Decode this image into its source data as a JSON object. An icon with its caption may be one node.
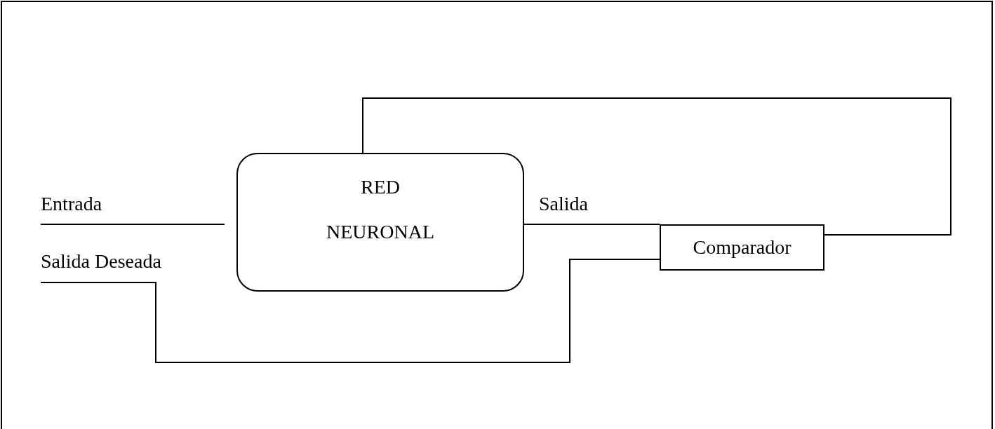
{
  "diagram": {
    "nodes": [
      {
        "text": [
          "Entrada"
        ]
      },
      {
        "text": [
          "RED NEURONAL"
        ]
      },
      {
        "text": [
          "Salida Deseada"
        ]
      },
      {
        "text": [
          "Comparador"
        ]
      }
    ],
    "edges": [
      {
        "from": 0,
        "to": 1,
        "arrow": "none"
      },
      {
        "from": 1,
        "to": 3,
        "arrow": "none",
        "label": "Salida"
      },
      {
        "from": 2,
        "to": 3,
        "arrow": "none"
      },
      {
        "from": 3,
        "to": 1,
        "arrow": "none"
      }
    ]
  }
}
